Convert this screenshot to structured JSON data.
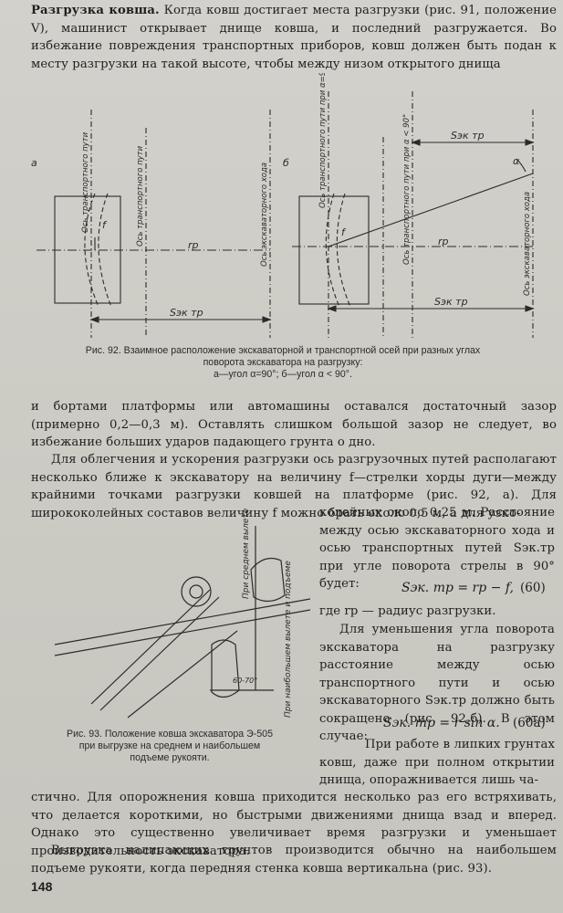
{
  "top_paragraph": {
    "heading": "Разгрузка ковша.",
    "text": "Когда ковш достигает места разгрузки (рис. 91, положение V), машинист открывает днище ковша, и последний разгружается. Во избежание повреждения транспортных приборов, ковш должен быть подан к месту разгрузки на такой высоте, чтобы между низом открытого днища"
  },
  "figure92": {
    "label_a": "а",
    "label_b": "б",
    "rp": "rр",
    "f": "f",
    "alpha": "α",
    "s_label": "Sэк тр",
    "axis_transport_a1": "Ось транспортного пути",
    "axis_transport_a2": "Ось транспортного пути",
    "axis_excavator_a": "Ось экскаваторного хода",
    "axis_transport_b1": "Ось транспортного пути при α=90°",
    "axis_transport_b2": "Ось транспортного пути при α < 90°",
    "axis_excavator_b": "Ось экскаваторного хода",
    "caption_line1": "Рис. 92. Взаимное расположение экскаваторной и транспортной осей при разных углах",
    "caption_line2": "поворота экскаватора на разгрузку:",
    "caption_line3": "а—угол α=90°; б—угол α < 90°."
  },
  "para2": "и бортами платформы или автомашины оставался достаточный зазор (примерно 0,2—0,3 м). Оставлять слишком большой зазор не следует, во избежание больших ударов падающего грунта о дно.",
  "para3": "Для облегчения и ускорения разгрузки ось разгрузочных путей располагают несколько ближе к экскаватору на величину f—стрелки хорды дуги—между крайними точками разгрузки ковшей на платформе (рис. 92, а). Для ширококолейных составов величину f можно брать около 0,5 м, а для узко-",
  "para3_right": "колейных около 0,25 м. Расстояние между осью экскаваторного хода и осью транспортных путей Sэк.тр при угле поворота стрелы в 90° будет:",
  "formula60": "Sэк. тр = rр − f,",
  "eq60": "(60)",
  "where_text": "где rр — радиус разгрузки.",
  "para4": "Для уменьшения угла поворота экскаватора на разгрузку расстояние между осью транспортного пути и осью экскаваторного Sэк.тр должно быть сокращено (рис. 92,б). В этом случае:",
  "formula60a": "Sэк. тр = r sin α.",
  "eq60a": "(60а)",
  "figure93": {
    "label_mid": "При среднем вылете",
    "label_max": "При наибольшем вылете и подъеме",
    "angle": "60-70°",
    "caption_line1": "Рис. 93. Положение ковша экскаватора Э-505",
    "caption_line2": "при выгрузке на среднем и наибольшем",
    "caption_line3": "подъеме рукояти."
  },
  "para5_right": "При работе в липких грунтах ковш, даже при полном открытии днища, опоражнивается лишь ча-",
  "para5_full": "стично. Для опорожнения ковша приходится несколько раз его встряхивать, что делается короткими, но быстрыми движениями днища взад и вперед. Однако это существенно увеличивает время разгрузки и уменьшает производительность экскаватора.",
  "para6": "Выгрузка налипающих грунтов производится обычно на наибольшем подъеме рукояти, когда передняя стенка ковша вертикальна (рис. 93).",
  "page_number": "148"
}
